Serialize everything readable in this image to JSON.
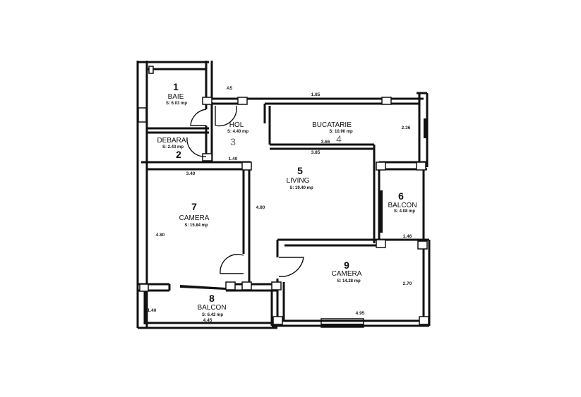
{
  "plan": {
    "marker": "A5",
    "rooms": [
      {
        "number": "1",
        "name": "BAIE",
        "area": "S: 6.03 mp"
      },
      {
        "number": "2",
        "name": "DEBARA",
        "area": "S: 2.43 mp"
      },
      {
        "number": "3",
        "name": "HOL",
        "area": "S: 4.40 mp"
      },
      {
        "number": "4",
        "name": "BUCATARIE",
        "area": "S: 10.90 mp"
      },
      {
        "number": "5",
        "name": "LIVING",
        "area": "S: 19.40 mp"
      },
      {
        "number": "6",
        "name": "BALCON",
        "area": "S: 4.08 mp"
      },
      {
        "number": "7",
        "name": "CAMERA",
        "area": "S: 15.84 mp"
      },
      {
        "number": "8",
        "name": "BALCON",
        "area": "S: 6.42 mp"
      },
      {
        "number": "9",
        "name": "CAMERA",
        "area": "S: 14.28 mp"
      }
    ],
    "dimensions": {
      "hol_width": "1.40",
      "kitchen_top": "1.85",
      "kitchen_depth": "2.36",
      "kitchen_inner": "3.66",
      "kitchen_bottom": "3.85",
      "living_height": "4.80",
      "balcon6_width": "1.46",
      "camera7_width": "3.40",
      "camera7_height": "4.80",
      "balcon8_depth": "1.40",
      "balcon8_width": "4.45",
      "camera9_height": "2.70",
      "camera9_width": "4.95"
    }
  }
}
